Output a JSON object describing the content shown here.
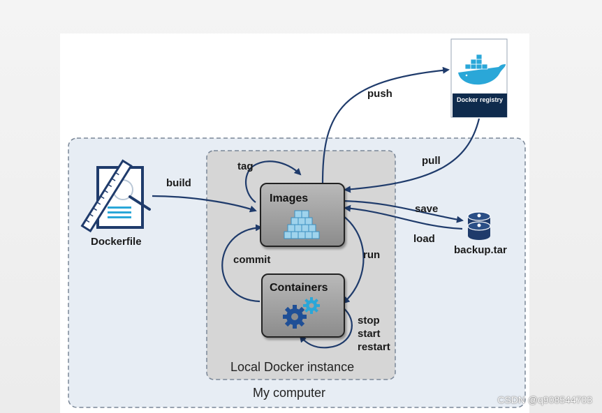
{
  "regions": {
    "my_computer": "My computer",
    "local_instance": "Local Docker instance"
  },
  "nodes": {
    "dockerfile": "Dockerfile",
    "images": "Images",
    "containers": "Containers",
    "registry": "Docker registry",
    "backup": "backup.tar"
  },
  "edges": {
    "build": "build",
    "tag": "tag",
    "push": "push",
    "pull": "pull",
    "save": "save",
    "load": "load",
    "run": "run",
    "commit": "commit",
    "stop": "stop",
    "start": "start",
    "restart": "restart"
  },
  "watermark": "CSDN @q908544703",
  "colors": {
    "arrow": "#1f3b6b",
    "region_border": "#7a8797",
    "box_fill": "#a3a3a3",
    "registry_bg": "#0f2b4d",
    "docker_blue": "#2aa7d8"
  }
}
